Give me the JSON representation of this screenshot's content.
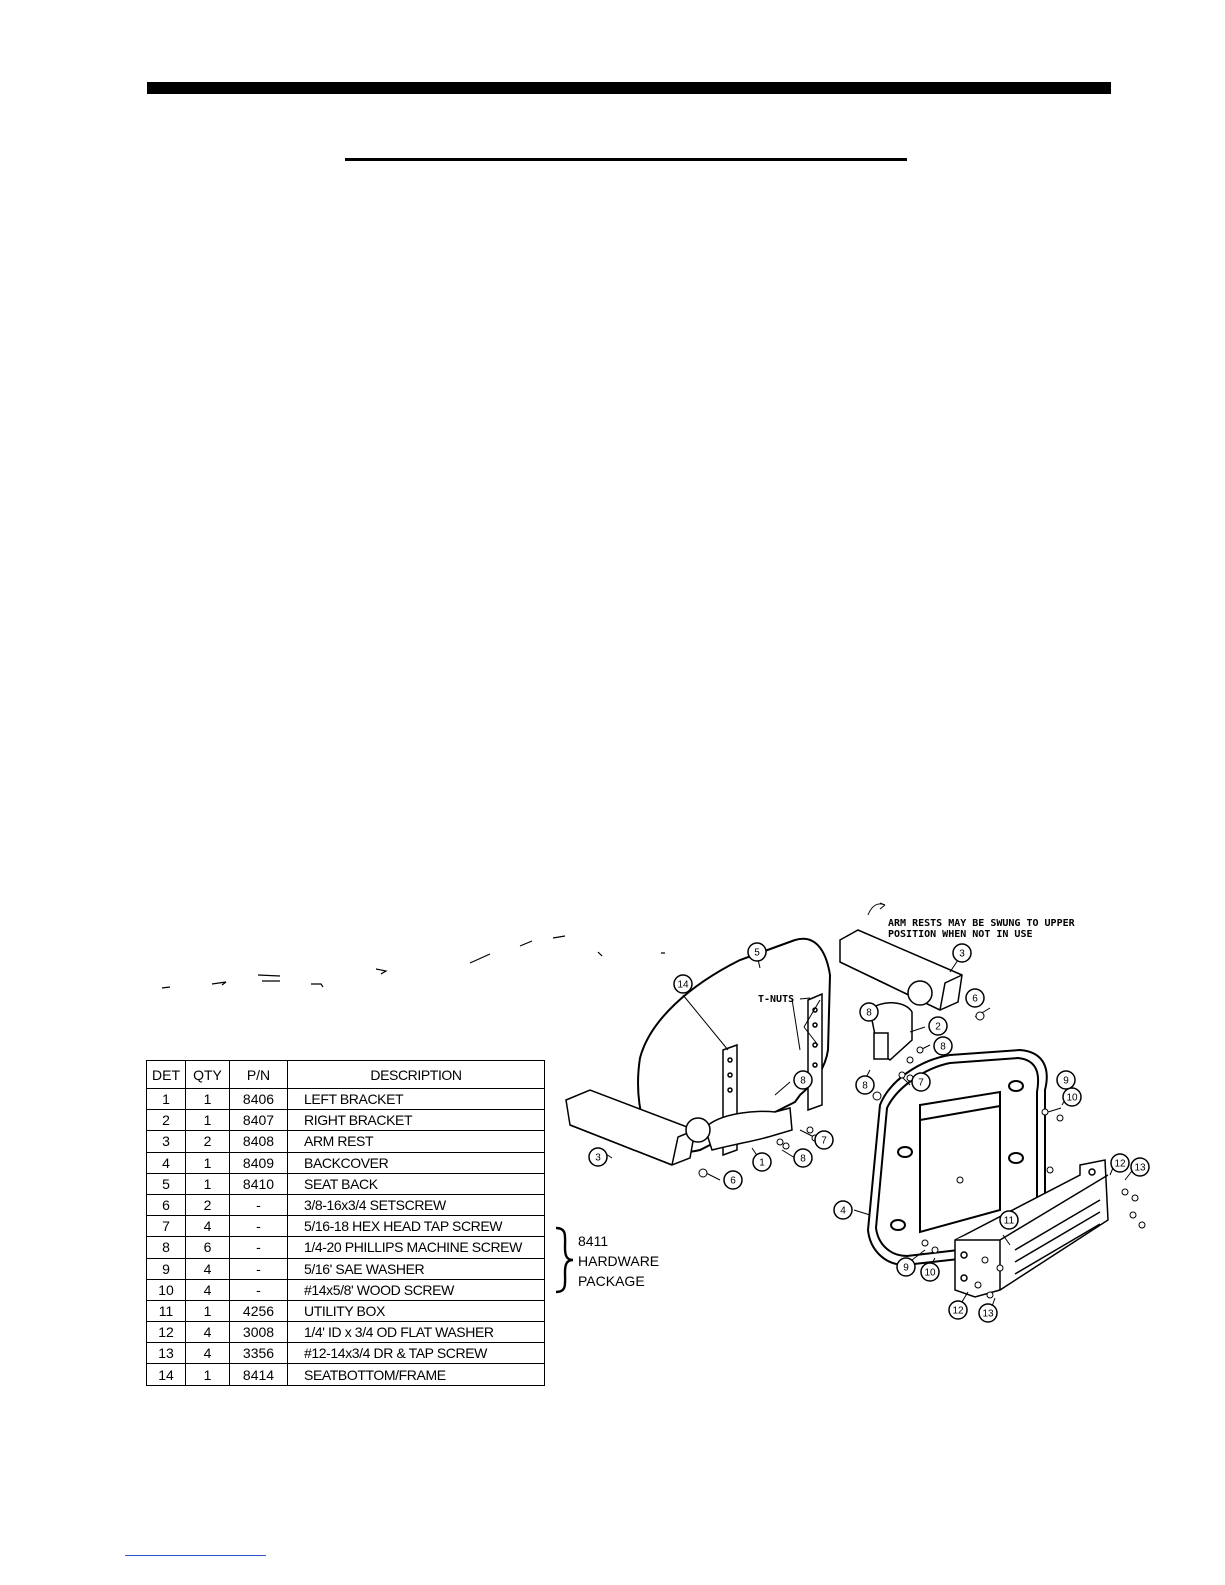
{
  "diagram": {
    "armrest_note": "ARM RESTS MAY BE SWUNG TO UPPER POSITION WHEN NOT IN USE",
    "armrest_note_line1": "ARM RESTS MAY BE SWUNG TO UPPER",
    "armrest_note_line2": "POSITION WHEN NOT IN USE",
    "tnuts_label": "T-NUTS",
    "callouts": [
      "5",
      "3",
      "6",
      "14",
      "8",
      "2",
      "8",
      "7",
      "8",
      "8",
      "7",
      "3",
      "6",
      "1",
      "8",
      "9",
      "10",
      "4",
      "12",
      "13",
      "11",
      "9",
      "10",
      "12",
      "13"
    ]
  },
  "table": {
    "headers": {
      "det": "DET",
      "qty": "QTY",
      "pn": "P/N",
      "desc": "DESCRIPTION"
    },
    "rows": [
      {
        "det": "1",
        "qty": "1",
        "pn": "8406",
        "desc": "LEFT BRACKET"
      },
      {
        "det": "2",
        "qty": "1",
        "pn": "8407",
        "desc": "RIGHT BRACKET"
      },
      {
        "det": "3",
        "qty": "2",
        "pn": "8408",
        "desc": "ARM REST"
      },
      {
        "det": "4",
        "qty": "1",
        "pn": "8409",
        "desc": "BACKCOVER"
      },
      {
        "det": "5",
        "qty": "1",
        "pn": "8410",
        "desc": "SEAT BACK"
      },
      {
        "det": "6",
        "qty": "2",
        "pn": "-",
        "desc": "3/8-16x3/4 SETSCREW"
      },
      {
        "det": "7",
        "qty": "4",
        "pn": "-",
        "desc": "5/16-18 HEX HEAD TAP SCREW"
      },
      {
        "det": "8",
        "qty": "6",
        "pn": "-",
        "desc": "1/4-20 PHILLIPS MACHINE SCREW"
      },
      {
        "det": "9",
        "qty": "4",
        "pn": "-",
        "desc": "5/16' SAE WASHER"
      },
      {
        "det": "10",
        "qty": "4",
        "pn": "-",
        "desc": "#14x5/8' WOOD SCREW"
      },
      {
        "det": "11",
        "qty": "1",
        "pn": "4256",
        "desc": "UTILITY BOX"
      },
      {
        "det": "12",
        "qty": "4",
        "pn": "3008",
        "desc": "1/4' ID x 3/4 OD FLAT WASHER"
      },
      {
        "det": "13",
        "qty": "4",
        "pn": "3356",
        "desc": "#12-14x3/4 DR & TAP SCREW"
      },
      {
        "det": "14",
        "qty": "1",
        "pn": "8414",
        "desc": "SEATBOTTOM/FRAME"
      }
    ]
  },
  "hardware_package": {
    "line1": "8411",
    "line2": "HARDWARE",
    "line3": "PACKAGE"
  }
}
